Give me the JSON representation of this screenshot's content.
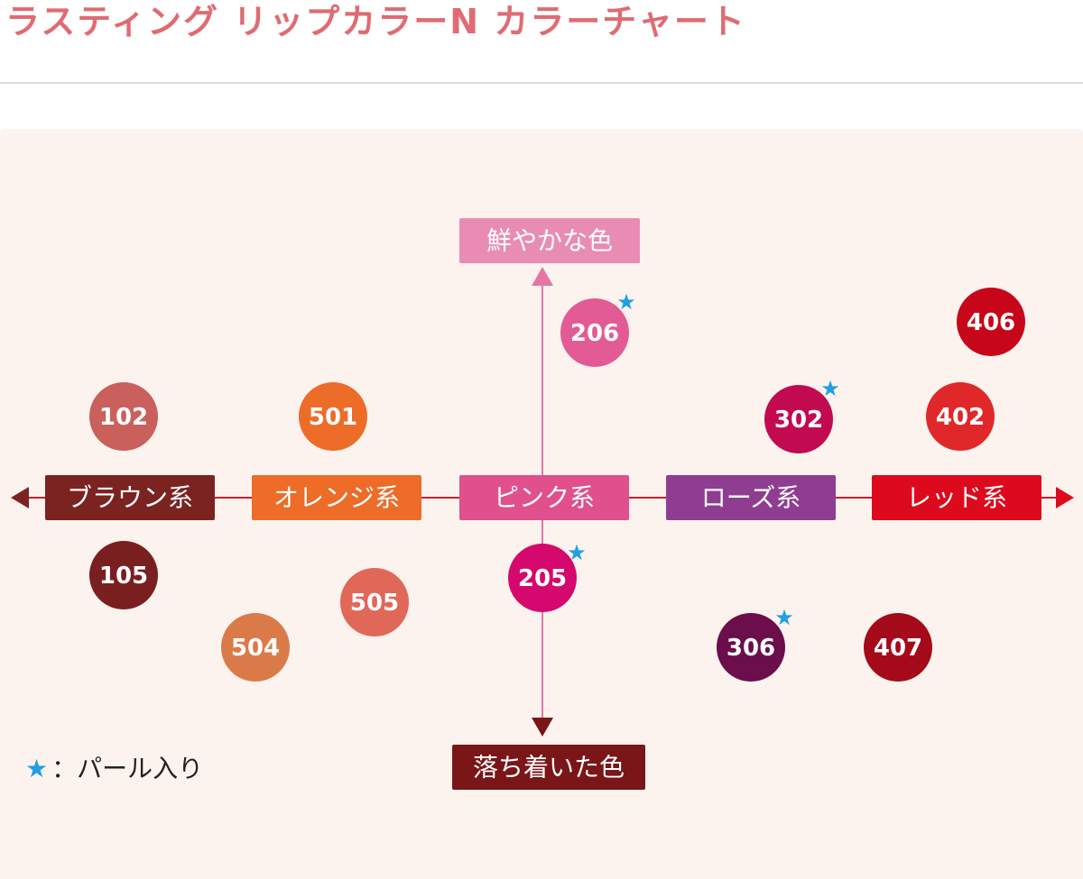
{
  "title": "ラスティング リップカラーN カラーチャート",
  "axis": {
    "top_label": "鮮やかな色",
    "bottom_label": "落ち着いた色",
    "top_color": "#e98cb4",
    "bottom_color": "#7a1518",
    "line_color_horizontal": "#c22030",
    "line_color_vertical": "#e675a6"
  },
  "families": [
    {
      "label": "ブラウン系",
      "color": "#7a2320"
    },
    {
      "label": "オレンジ系",
      "color": "#ec6c28"
    },
    {
      "label": "ピンク系",
      "color": "#e0508c"
    },
    {
      "label": "ローズ系",
      "color": "#8f3d91"
    },
    {
      "label": "レッド系",
      "color": "#dd0a1e"
    }
  ],
  "swatches": [
    {
      "code": "102",
      "color": "#c9605c",
      "pearl": false
    },
    {
      "code": "501",
      "color": "#ec6c28",
      "pearl": false
    },
    {
      "code": "206",
      "color": "#e35b94",
      "pearl": true
    },
    {
      "code": "302",
      "color": "#c20a51",
      "pearl": true
    },
    {
      "code": "406",
      "color": "#c7061a",
      "pearl": false
    },
    {
      "code": "402",
      "color": "#e0282a",
      "pearl": false
    },
    {
      "code": "105",
      "color": "#7a1f20",
      "pearl": false
    },
    {
      "code": "505",
      "color": "#e06858",
      "pearl": false
    },
    {
      "code": "504",
      "color": "#db7a49",
      "pearl": false
    },
    {
      "code": "205",
      "color": "#d5086d",
      "pearl": true
    },
    {
      "code": "306",
      "color": "#6b0e4b",
      "pearl": true
    },
    {
      "code": "407",
      "color": "#a50a1a",
      "pearl": false
    }
  ],
  "legend": {
    "star": "★",
    "text": "：パール入り",
    "star_color": "#1e9fe6"
  }
}
